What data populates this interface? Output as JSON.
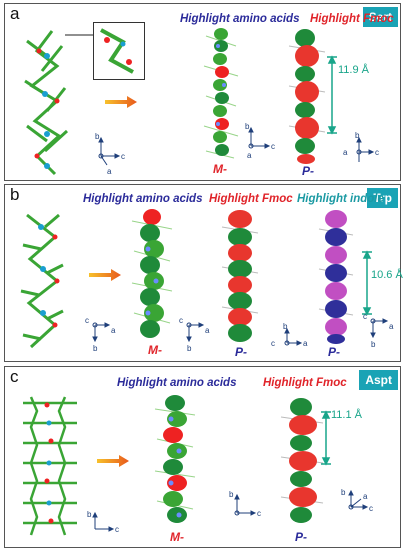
{
  "panels": [
    {
      "label": "a",
      "tag": "Sert",
      "headings": {
        "amino": "Highlight amino acids",
        "fmoc": "Highlight Fmoc"
      },
      "handedness": {
        "amino": "M-",
        "fmoc": "P-"
      },
      "pitch": "11.9 Å",
      "axes": [
        [
          "b",
          "c",
          "a"
        ],
        [
          "b",
          "c",
          "a"
        ],
        [
          "b",
          "a",
          "c"
        ]
      ]
    },
    {
      "label": "b",
      "tag": "Trp",
      "headings": {
        "amino": "Highlight amino acids",
        "fmoc": "Highlight Fmoc",
        "indole": "Highlight indole"
      },
      "handedness": {
        "amino": "M-",
        "fmoc": "P-",
        "indole": "P-"
      },
      "pitch": "10.6 Å",
      "axes": [
        [
          "c",
          "a",
          "b"
        ],
        [
          "c",
          "a",
          "b"
        ],
        [
          "b",
          "c",
          "a"
        ],
        [
          "c",
          "a",
          "b"
        ]
      ]
    },
    {
      "label": "c",
      "tag": "Aspt",
      "headings": {
        "amino": "Highlight amino acids",
        "fmoc": "Highlight Fmoc"
      },
      "handedness": {
        "amino": "M-",
        "fmoc": "P-"
      },
      "pitch": "11.1 Å",
      "axes": [
        [
          "b",
          "c"
        ],
        [
          "b",
          "c"
        ],
        [
          "b",
          "c",
          "a"
        ]
      ]
    }
  ]
}
